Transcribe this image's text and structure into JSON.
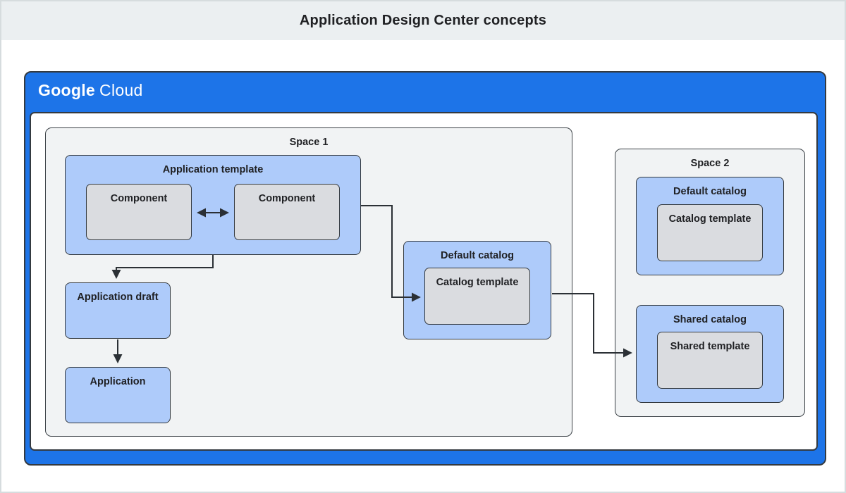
{
  "page": {
    "title": "Application Design Center concepts"
  },
  "brand": {
    "name": "Google Cloud",
    "logo_primary": "Google",
    "logo_secondary": "Cloud"
  },
  "colors": {
    "google_blue": "#1d74e8",
    "node_blue": "#aecbfa",
    "node_gray": "#dadce0",
    "space_gray": "#f1f3f4",
    "header_band": "#ebeff1",
    "border_dark": "#343a40",
    "arrow": "#2b3035",
    "text": "#202124"
  },
  "diagram": {
    "spaces": [
      {
        "label": "Space 1"
      },
      {
        "label": "Space 2"
      }
    ],
    "nodes": {
      "application_template": "Application template",
      "component_left": "Component",
      "component_right": "Component",
      "application_draft": "Application draft",
      "application": "Application",
      "space1_default_catalog": "Default catalog",
      "space1_catalog_template": "Catalog template",
      "space2_default_catalog": "Default catalog",
      "space2_catalog_template": "Catalog template",
      "shared_catalog": "Shared catalog",
      "shared_template": "Shared template"
    },
    "edges": [
      {
        "from": "component_left",
        "to": "component_right",
        "style": "bidirectional"
      },
      {
        "from": "application_template",
        "to": "application_draft",
        "style": "directed"
      },
      {
        "from": "application_draft",
        "to": "application",
        "style": "directed"
      },
      {
        "from": "application_template",
        "to": "space1_catalog_template",
        "style": "directed"
      },
      {
        "from": "space1_default_catalog",
        "to": "shared_catalog",
        "style": "directed"
      }
    ]
  }
}
